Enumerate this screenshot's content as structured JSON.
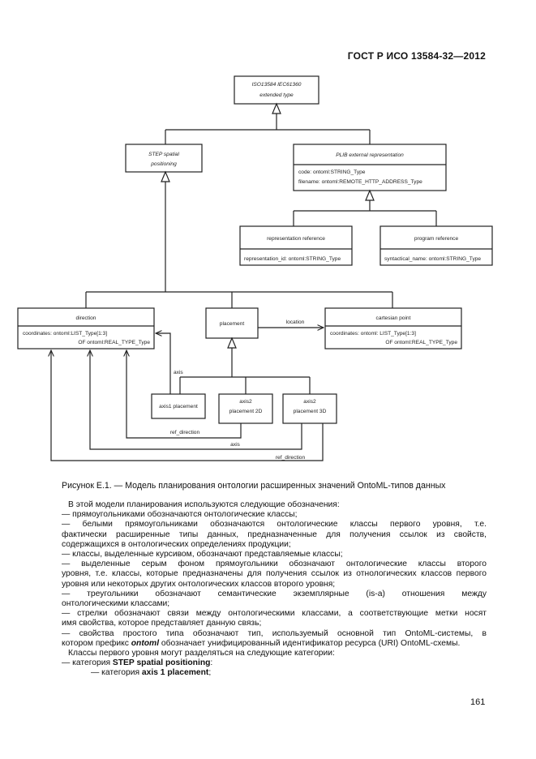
{
  "header": {
    "standard": "ГОСТ Р ИСО 13584-32—2012"
  },
  "diagram": {
    "classes": {
      "iso": {
        "line1": "ISO13584 IEC61360",
        "line2": "extended type"
      },
      "step": {
        "line1": "STEP spatial",
        "line2": "positioning"
      },
      "plib": {
        "name": "PLIB external representation",
        "attr1": "code: ontoml:STRING_Type",
        "attr2": "filename: ontoml:REMOTE_HTTP_ADDRESS_Type"
      },
      "repref": {
        "name": "representation reference",
        "attr1": "representation_id: ontoml:STRING_Type"
      },
      "progref": {
        "name": "program reference",
        "attr1": "syntactical_name: ontoml:STRING_Type"
      },
      "direction": {
        "name": "direction",
        "attr1": "coordinates: ontoml:LIST_Type[1:3]",
        "attr2": "OF ontoml:REAL_TYPE_Type"
      },
      "placement": {
        "name": "placement"
      },
      "cartesian": {
        "name": "cartesian point",
        "attr1": "coordinates: ontoml: LIST_Type[1:3]",
        "attr2": "OF ontoml:REAL_TYPE_Type"
      },
      "axis1": {
        "name": "axis1 placement"
      },
      "axis2_2d": {
        "line1": "axis2",
        "line2": "placement 2D"
      },
      "axis2_3d": {
        "line1": "axis2",
        "line2": "placement 3D"
      }
    },
    "labels": {
      "location": "location",
      "axis_upper": "axis",
      "ref_direction_1": "ref_direction",
      "axis_lower": "axis",
      "ref_direction_2": "ref_direction"
    }
  },
  "caption": "Рисунок E.1. — Модель планирования онтологии расширенных значений OntoML-типов данных",
  "body": {
    "intro": "В этой модели планирования используются следующие обозначения:",
    "item1": "—    прямоугольниками обозначаются онтологические классы;",
    "item2a": "—    белыми прямоугольниками обозначаются онтологические классы первого уровня, т.е.",
    "item2b": "фактически расширенные типы данных, предназначенные для получения ссылок из свойств,",
    "item2c": "содержащихся в онтологических определениях продукции;",
    "item3": "—    классы, выделенные курсивом, обозначают представляемые классы;",
    "item4a": "—    выделенные серым фоном прямоугольники обозначают онтологические классы второго",
    "item4b": "уровня, т.е. классы, которые предназначены для получения ссылок из отнологических классов первого",
    "item4c": "уровня или некоторых других онтологических классов второго уровня;",
    "item5a": "—    треугольники обозначают семантические экземплярные (is-a) отношения между",
    "item5b": "онтологическими классами;",
    "item6a": "—    стрелки обозначают связи между онтологическими классами, а соответствующие метки носят",
    "item6b": "имя свойства, которое представляет данную связь;",
    "item7a_pre": "—    свойства простого типа обозначают тип, используемый основной тип OntoML-системы, в",
    "item7b_pre": "котором префикс ",
    "item7b_bold": "ontoml",
    "item7b_post": " обозначает унифицированный идентификатор ресурса (URI) OntoML-схемы.",
    "item8": "Классы первого уровня могут разделяться на следующие категории:",
    "cat1_pre": "—         категория ",
    "cat1_bold": "STEP spatial positioning",
    "cat1_post": ":",
    "cat2_pre": "—    категория ",
    "cat2_bold": "axis 1 placement",
    "cat2_post": ";"
  },
  "page_number": "161"
}
